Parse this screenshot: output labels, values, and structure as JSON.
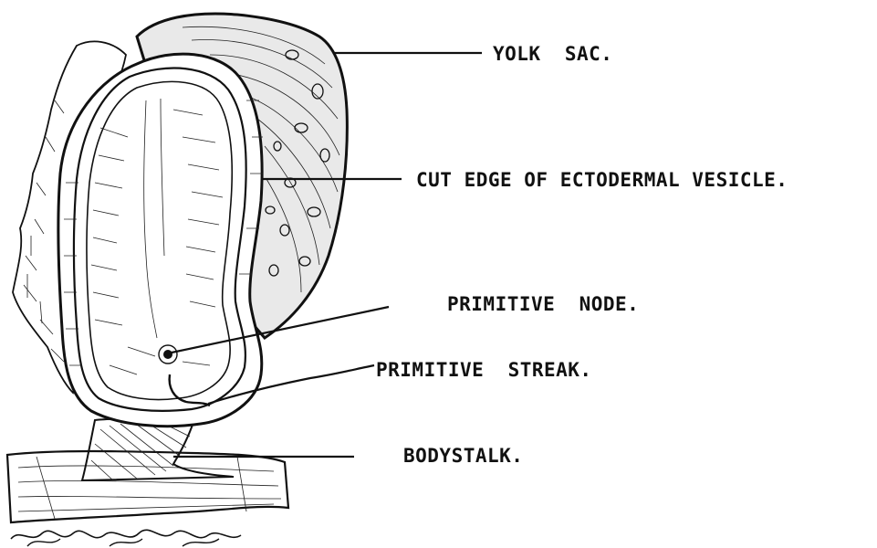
{
  "labels": {
    "yolk_sac": "YOLK  SAC.",
    "cut_edge": "CUT EDGE OF ECTODERMAL VESICLE.",
    "primitive_node": "PRIMITIVE  NODE.",
    "primitive_streak": "PRIMITIVE  STREAK.",
    "bodystalk": "BODYSTALK."
  },
  "colors": {
    "ink": "#111111",
    "paper": "#ffffff"
  }
}
